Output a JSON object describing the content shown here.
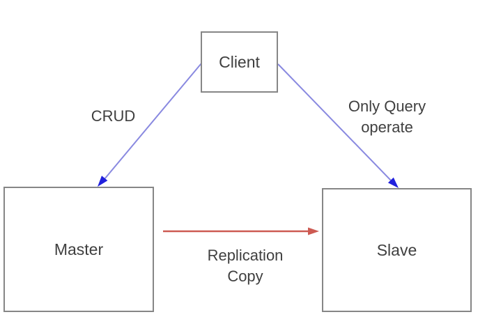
{
  "colors": {
    "background": "#ffffff",
    "box_border": "#868686",
    "text": "#3f3f3f",
    "blue_edge_line": "#8989e0",
    "blue_arrowhead": "#2121dd",
    "red_edge": "#cd5a52"
  },
  "nodes": {
    "client": {
      "label": "Client"
    },
    "master": {
      "label": "Master"
    },
    "slave": {
      "label": "Slave"
    }
  },
  "edges": {
    "client_to_master": {
      "from": "Client",
      "to": "Master",
      "label": "CRUD"
    },
    "client_to_slave": {
      "from": "Client",
      "to": "Slave",
      "label_line1": "Only Query",
      "label_line2": "operate"
    },
    "master_to_slave": {
      "from": "Master",
      "to": "Slave",
      "label_line1": "Replication",
      "label_line2": "Copy"
    }
  }
}
